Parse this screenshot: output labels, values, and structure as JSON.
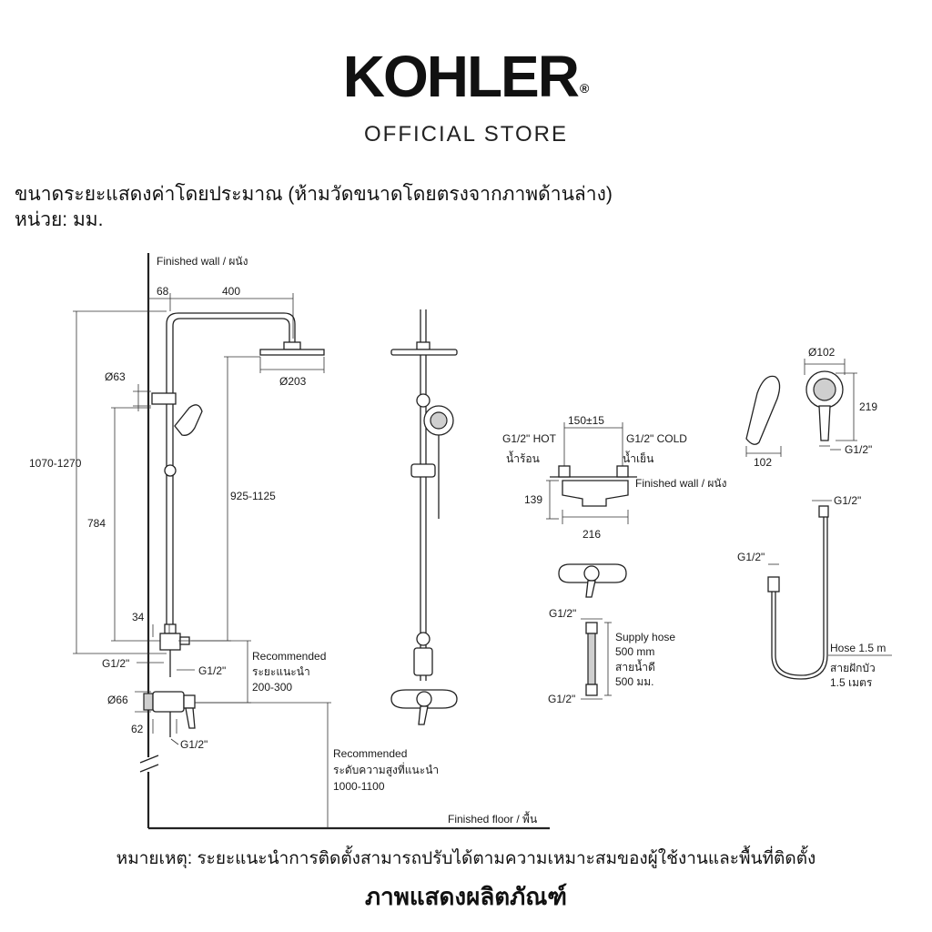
{
  "brand": {
    "logo": "KOHLER",
    "reg": "®",
    "subtitle": "OFFICIAL STORE"
  },
  "intro": {
    "line1": "ขนาดระยะแสดงค่าโดยประมาณ (ห้ามวัดขนาดโดยตรงจากภาพด้านล่าง)",
    "line2": "หน่วย: มม."
  },
  "side_view": {
    "finished_wall": "Finished wall / ผนัง",
    "finished_floor": "Finished floor / พื้น",
    "dim_68": "68",
    "dim_400": "400",
    "dim_63": "Ø63",
    "dim_203": "Ø203",
    "dim_1070_1270": "1070-1270",
    "dim_925_1125": "925-1125",
    "dim_784": "784",
    "dim_34": "34",
    "g12_left": "G1/2\"",
    "g12_mid": "G1/2\"",
    "dim_66": "Ø66",
    "dim_62": "62",
    "g12_bottom": "G1/2\"",
    "rec1_en": "Recommended",
    "rec1_th": "ระยะแนะนำ",
    "rec1_val": "200-300",
    "rec2_en": "Recommended",
    "rec2_th": "ระดับความสูงที่แนะนำ",
    "rec2_val": "1000-1100"
  },
  "mixer": {
    "hot": "G1/2\" HOT",
    "hot_th": "น้ำร้อน",
    "cold": "G1/2\" COLD",
    "cold_th": "น้ำเย็น",
    "spacing": "150±15",
    "finished_wall": "Finished wall / ผนัง",
    "height": "139",
    "width": "216"
  },
  "supply_hose": {
    "g_top": "G1/2\"",
    "g_bottom": "G1/2\"",
    "label_en": "Supply hose",
    "length_en": "500 mm",
    "label_th": "สายน้ำดี",
    "length_th": "500 มม."
  },
  "hand_shower": {
    "dia": "Ø102",
    "height": "219",
    "width": "102",
    "g": "G1/2\""
  },
  "hose": {
    "g_right": "G1/2\"",
    "g_left": "G1/2\"",
    "label_en": "Hose 1.5 m",
    "label_th": "สายฝักบัว",
    "length_th": "1.5 เมตร"
  },
  "note": "หมายเหตุ: ระยะแนะนำการติดตั้งสามารถปรับได้ตามความเหมาะสมของผู้ใช้งานและพื้นที่ติดตั้ง",
  "caption": "ภาพแสดงผลิตภัณฑ์"
}
